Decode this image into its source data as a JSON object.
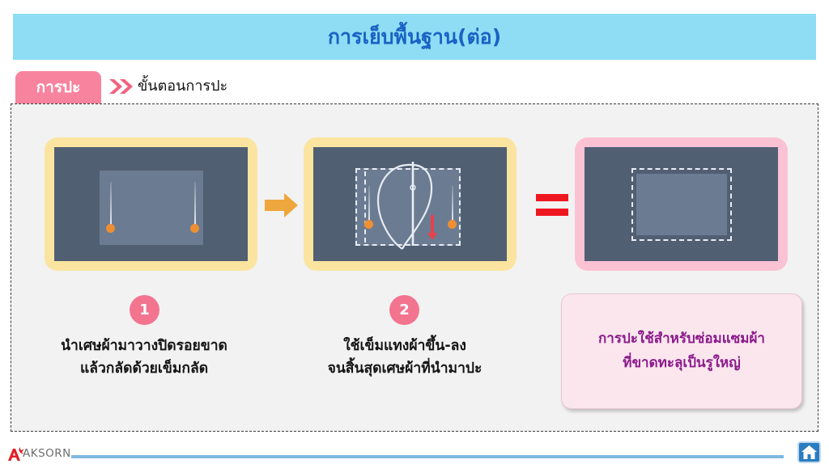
{
  "header": {
    "title": "การเย็บพื้นฐาน(ต่อ)",
    "bar_color": "#8FDDF4",
    "title_color": "#1A62C4"
  },
  "section": {
    "badge_label": "การปะ",
    "badge_color": "#F8839E",
    "heading": "ขั้นตอนการปะ",
    "chevrons_icon": "double-chevron-right-icon"
  },
  "diagram": {
    "panels": [
      {
        "id": "panel-1",
        "frame_color": "#FBE4A0",
        "cloth_color": "#515F73",
        "patch_color": "#6B7B92",
        "pin_head_color": "#EE8F33",
        "description": "ผ้าที่มีเศษผ้าวางปิดและกลัดด้วยเข็มกลัด 2 ตัว"
      },
      {
        "id": "panel-2",
        "frame_color": "#FBE4A0",
        "cloth_color": "#515F73",
        "patch_color": "#6B7B92",
        "pin_head_color": "#EE8F33",
        "arrow_color": "#E8414B",
        "description": "ใช้เข็มและด้ายเย็บรอบเศษผ้าตามรอยประ"
      },
      {
        "id": "panel-3",
        "frame_color": "#FBC2D4",
        "cloth_color": "#515F73",
        "patch_color": "#6B7B92",
        "description": "ผ้าที่ปะเสร็จแล้ว มีรอยเย็บประรอบเศษผ้า"
      }
    ],
    "connectors": [
      {
        "id": "arrow-1",
        "icon": "right-arrow-icon",
        "color": "#EFA63C"
      },
      {
        "id": "equals-1",
        "icon": "equals-icon",
        "color": "#F01820"
      }
    ]
  },
  "steps": [
    {
      "number": "1",
      "badge_color": "#F3748F",
      "line1": "นำเศษผ้ามาวางปิดรอยขาด",
      "line2": "แล้วกลัดด้วยเข็มกลัด"
    },
    {
      "number": "2",
      "badge_color": "#F3748F",
      "line1": "ใช้เข็มแทงผ้าขึ้น-ลง",
      "line2": "จนสิ้นสุดเศษผ้าที่นำมาปะ"
    }
  ],
  "note": {
    "line1": "การปะใช้สำหรับซ่อมแซมผ้า",
    "line2": "ที่ขาดทะลุเป็นรูใหญ่",
    "text_color": "#8B1A8B",
    "background_color": "#FBE6EE"
  },
  "footer": {
    "logo_icon": "aksorn-a-logo-icon",
    "logo_text": "AKSORN",
    "rule_color": "#7FB9E0",
    "home_icon": "home-icon"
  }
}
